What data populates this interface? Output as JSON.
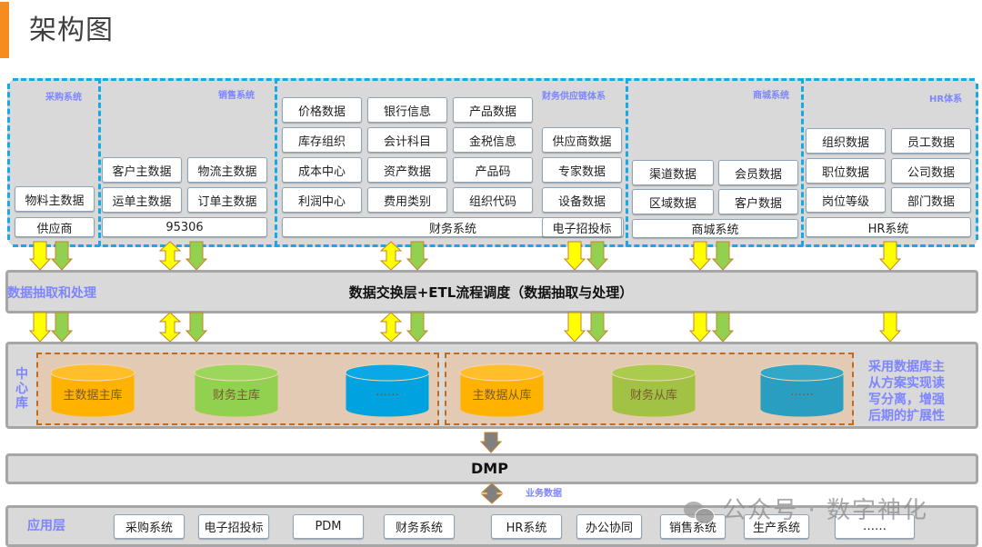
{
  "title": "架构图",
  "source_systems": [
    {
      "label": "采购系统",
      "boxes": [
        "物料主数据"
      ],
      "system": "供应商"
    },
    {
      "label": "销售系统",
      "boxes": [
        "客户主数据",
        "物流主数据",
        "运单主数据",
        "订单主数据"
      ],
      "system": "95306"
    },
    {
      "label": "财务供应链体系",
      "finance_boxes": [
        "价格数据",
        "银行信息",
        "产品数据",
        "库存组织",
        "会计科目",
        "金税信息",
        "成本中心",
        "资产数据",
        "产品码",
        "利润中心",
        "费用类别",
        "组织代码"
      ],
      "finance_system": "财务系统",
      "bid_boxes": [
        "供应商数据",
        "专家数据",
        "设备数据"
      ],
      "bid_system": "电子招投标"
    },
    {
      "label": "商城系统",
      "boxes": [
        "渠道数据",
        "会员数据",
        "区域数据",
        "客户数据"
      ],
      "system": "商城系统"
    },
    {
      "label": "HR体系",
      "boxes": [
        "组织数据",
        "员工数据",
        "职位数据",
        "公司数据",
        "岗位等级",
        "部门数据"
      ],
      "system": "HR系统"
    }
  ],
  "exchange_layer": {
    "side_label": "数据抽取和处理",
    "title": "数据交换层+ETL流程调度（数据抽取与处理）"
  },
  "center_db": {
    "side_label": [
      "中",
      "心",
      "库"
    ],
    "master": [
      "主数据主库",
      "财务主库",
      "……"
    ],
    "slave": [
      "主数据从库",
      "财务从库",
      "……"
    ],
    "note": [
      "采用数据库主",
      "从方案实现读",
      "写分离，增强",
      "后期的扩展性"
    ]
  },
  "dmp": {
    "title": "DMP",
    "arrow_label": "业务数据"
  },
  "app_layer": {
    "side_label": "应用层",
    "apps": [
      "采购系统",
      "电子招投标",
      "PDM",
      "财务系统",
      "HR系统",
      "办公协同",
      "销售系统",
      "生产系统",
      "……"
    ]
  },
  "watermark": "公众号 · 数字神化",
  "colors": {
    "accent": "#f68b1f",
    "dash_blue": "#16a9e4",
    "label_blue": "#7d86ff",
    "arrow_yellow": "#ffff00",
    "arrow_green": "#92d050",
    "db_orange": "#ffb300",
    "db_green": "#92d050",
    "db_blue": "#00a2e0"
  }
}
